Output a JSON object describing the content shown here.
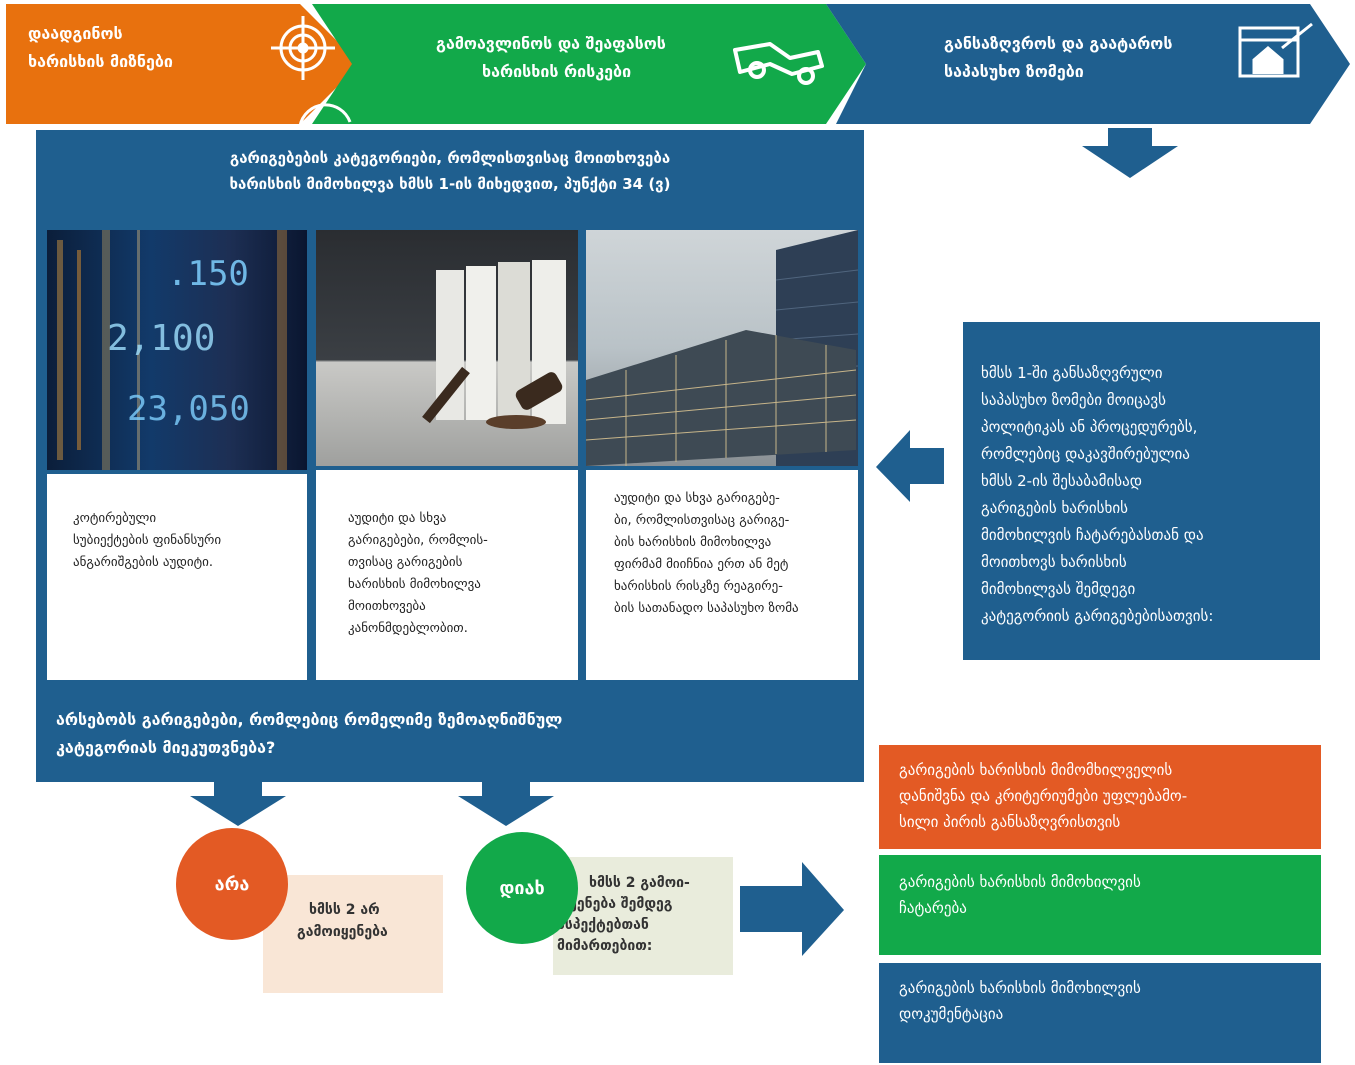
{
  "steps": [
    {
      "label": "დაადგინოს ხარისხის მიზნები",
      "line1": "დაადგინოს",
      "line2": "ხარისხის მიზნები",
      "icon": "target-icon",
      "color": "#e8710e"
    },
    {
      "label": "გამოავლინოს და შეაფასოს ხარისხის რისკები",
      "line1": "გამოავლინოს და შეაფასოს",
      "line2": "ხარისხის რისკები",
      "icon": "binoculars-icon",
      "color": "#12a94a"
    },
    {
      "label": "განსაზღვროს და გაატაროს საპასუხო ზომები",
      "line1": "განსაზღვროს და  გაატაროს",
      "line2": "საპასუხო ზომები",
      "icon": "house-chart-icon",
      "color": "#1f5f8f"
    }
  ],
  "categories": {
    "title_line1": "გარიგებების კატეგორიები, რომლისთვისაც მოითხოვება",
    "title_line2": "ხარისხის მიმოხილვა ხმსს 1-ის  მიხედვით, პუნქტი 34 (ვ)",
    "cards": [
      {
        "image": "stock-ticker-image",
        "lines": [
          "კოტირებული",
          "სუბიექტების  ფინანსური",
          "ანგარიშგების აუდიტი."
        ]
      },
      {
        "image": "books-gavel-image",
        "lines": [
          "აუდიტი და სხვა",
          "გარიგებები, რომლის-",
          "თვისაც გარიგების",
          "ხარისხის მიმოხილვა",
          "მოითხოვება",
          "კანონმდებლობით."
        ]
      },
      {
        "image": "modern-building-image",
        "lines": [
          "აუდიტი და სხვა გარიგებე-",
          "ბი, რომლისთვისაც გარიგე-",
          "ბის ხარისხის მიმოხილვა",
          "ფირმამ მიიჩნია ერთ ან მეტ",
          "ხარისხის რისკზე რეაგირე-",
          "ბის სათანადო საპასუხო ზომა"
        ]
      }
    ]
  },
  "question": {
    "line1": "არსებობს გარიგებები, რომლებიც რომელიმე ზემოაღნიშნულ",
    "line2": "კატეგორიას  მიეკუთვნება?"
  },
  "right_box": {
    "lines": [
      "ხმსს 1-ში განსაზღვრული",
      " საპასუხო  ზომები მოიცავს",
      "პოლიტიკას ან  პროცედურებს,",
      "რომლებიც დაკავშირებულია",
      "ხმსს 2-ის შესაბამისად",
      "გარიგების ხარისხის",
      "მიმოხილვის ჩატარებასთან და",
      "მოითხოვს ხარისხის",
      "მიმოხილვას შემდეგი",
      "კატეგორიის გარიგებებისათვის:"
    ]
  },
  "no": {
    "circle": "არა",
    "text_line1": "ხმსს  2  არ",
    "text_line2": "გამოიყენება"
  },
  "yes": {
    "circle": "დიახ",
    "lines": [
      "ხმსს 2  გამოი-",
      "ყენება  შემდეგ",
      "ასპექტებთან",
      "მიმართებით:"
    ]
  },
  "outcomes": [
    {
      "lines": [
        "გარიგების  ხარისხის  მიმომხილველის",
        "დანიშვნა და კრიტერიუმები უფლებამო-",
        "სილი პირის განსაზღვრისთვის"
      ],
      "color": "#e35a24"
    },
    {
      "lines": [
        "გარიგების    ხარისხის    მიმოხილვის",
        "ჩატარება"
      ],
      "color": "#12a94a"
    },
    {
      "lines": [
        "გარიგების    ხარისხის    მიმოხილვის",
        "დოკუმენტაცია"
      ],
      "color": "#1f5f8f"
    }
  ],
  "colors": {
    "orange": "#e8710e",
    "green": "#12a94a",
    "blue": "#1f5f8f",
    "peach": "#f9e6d6",
    "sage": "#e9ecdc",
    "red_orange": "#e35a24"
  }
}
